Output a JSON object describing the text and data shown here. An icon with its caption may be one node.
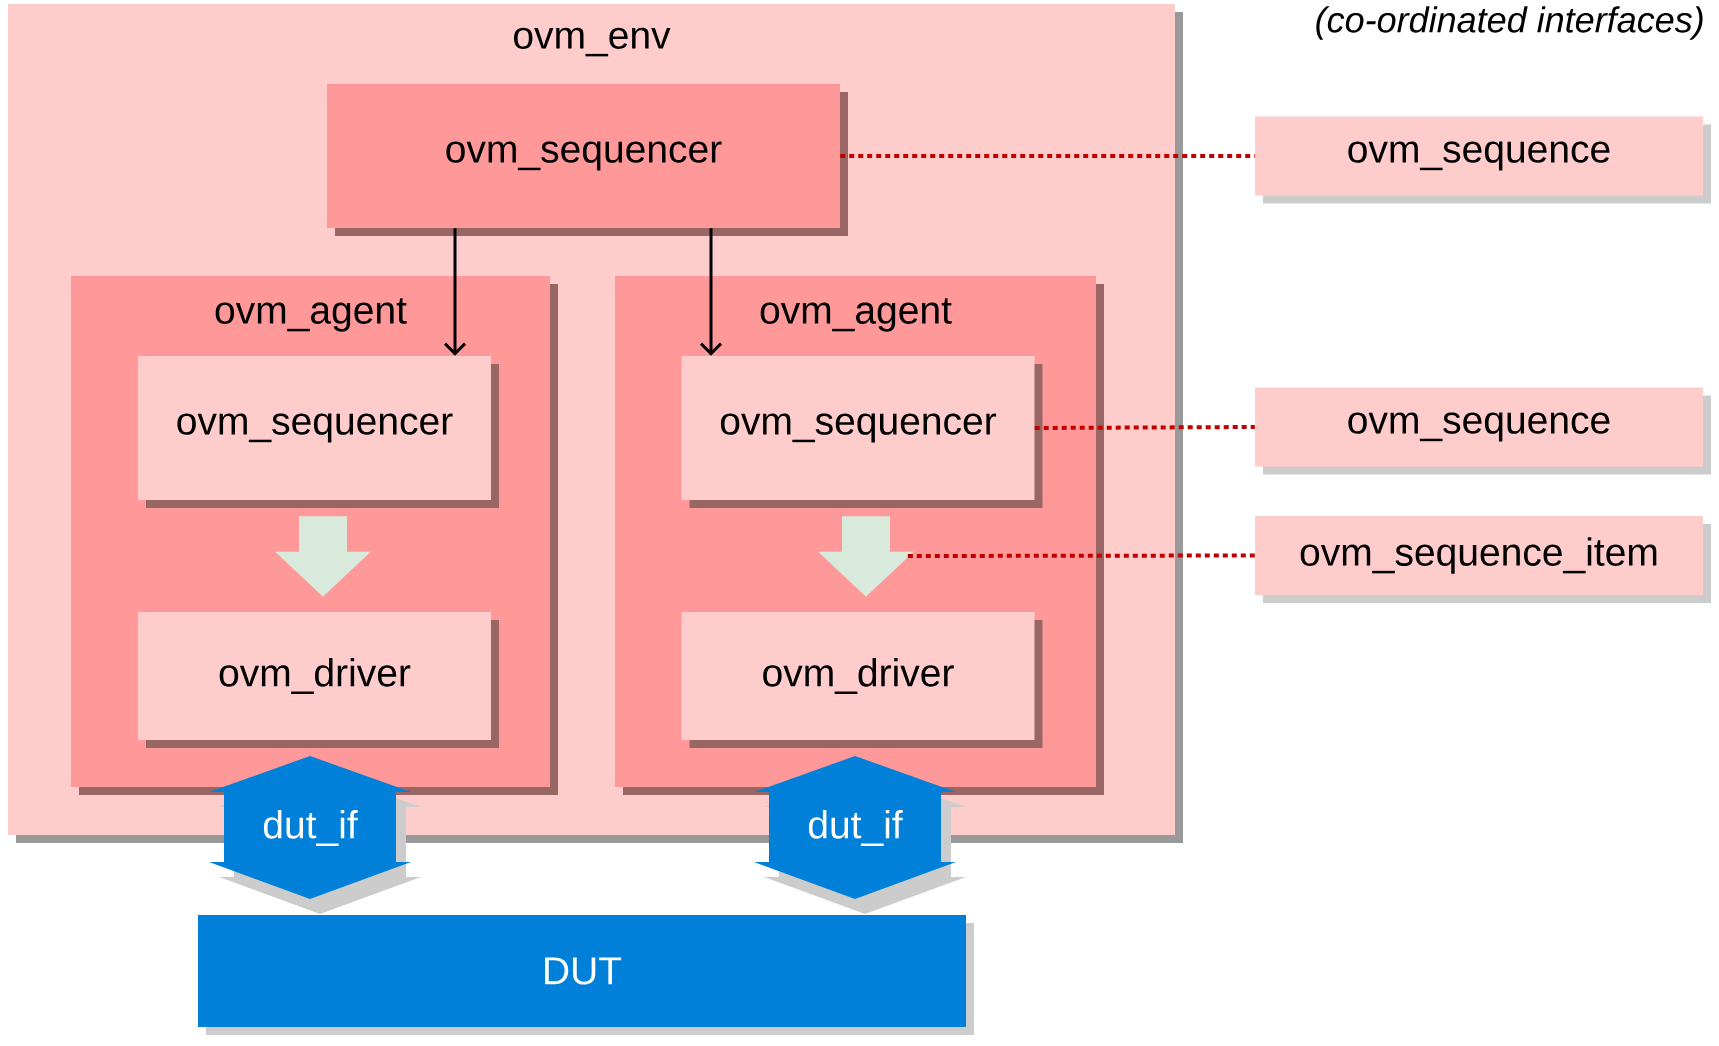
{
  "diagram": {
    "nodes": [
      {
        "text": [
          "ovm_env"
        ]
      },
      {
        "text": [
          "ovm_sequencer"
        ],
        "in": 0
      },
      {
        "text": [
          "ovm_agent"
        ],
        "in": 0
      },
      {
        "text": [
          "ovm_sequencer"
        ],
        "in": 2
      },
      {
        "text": [
          "ovm_driver"
        ],
        "in": 2
      },
      {
        "text": [
          "ovm_agent"
        ],
        "in": 0
      },
      {
        "text": [
          "ovm_sequencer"
        ],
        "in": 5
      },
      {
        "text": [
          "ovm_driver"
        ],
        "in": 5
      },
      {
        "text": [
          "dut_if"
        ]
      },
      {
        "text": [
          "dut_if"
        ]
      },
      {
        "text": [
          "DUT"
        ]
      },
      {
        "text": [
          "ovm_sequence"
        ]
      },
      {
        "text": [
          "ovm_sequence"
        ]
      },
      {
        "text": [
          "ovm_sequence_item"
        ]
      }
    ],
    "edges": [
      {
        "from": 1,
        "to": 3,
        "arrow": "to",
        "color": "#000000"
      },
      {
        "from": 1,
        "to": 6,
        "arrow": "to",
        "color": "#000000"
      },
      {
        "from": 3,
        "to": 4,
        "arrow": "to",
        "style": "thick",
        "color": "#d9eadc"
      },
      {
        "from": 6,
        "to": 7,
        "arrow": "to",
        "style": "thick",
        "color": "#d9eadc"
      },
      {
        "from": 1,
        "to": 11,
        "arrow": "none",
        "style": "dashed",
        "color": "#c00000"
      },
      {
        "from": 6,
        "to": 12,
        "arrow": "none",
        "style": "dashed",
        "color": "#c00000"
      },
      {
        "from": 13,
        "to": null,
        "arrow": "none",
        "style": "dashed",
        "color": "#c00000"
      }
    ],
    "labels": [
      "(co-ordinated interfaces)"
    ]
  }
}
